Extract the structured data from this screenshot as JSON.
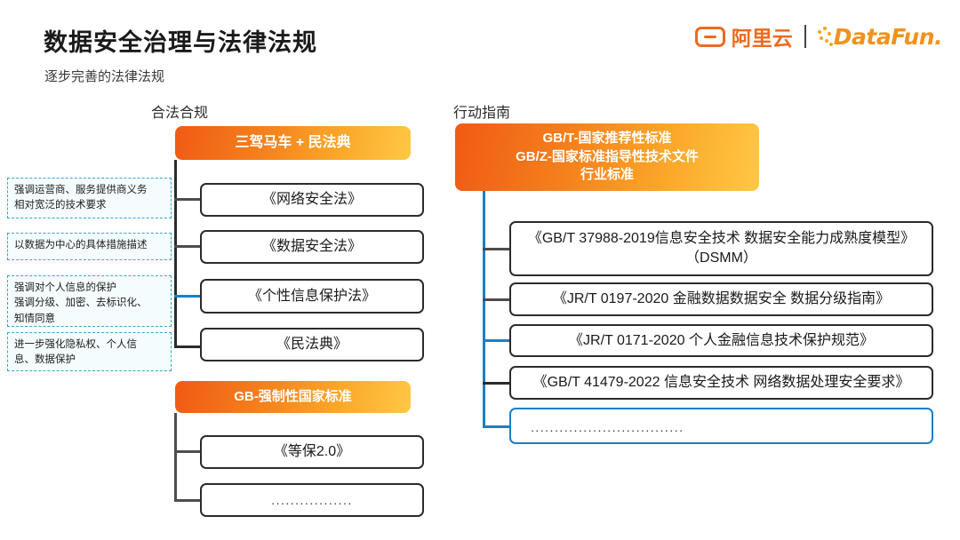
{
  "header": {
    "title": "数据安全治理与法律法规",
    "subtitle": "逐步完善的法律法规"
  },
  "brand": {
    "alibaba_cloud": "阿里云",
    "alibaba_mark": "alibaba-cloud-mark",
    "datafun": "DataFun.",
    "separator": "|",
    "colors": {
      "orange": "#EC6A1E",
      "amber": "#F0921E"
    }
  },
  "columns": {
    "left_caption": "合法合规",
    "right_caption": "行动指南"
  },
  "left": {
    "banner_laws": "三驾马车 + 民法典",
    "banner_gb": "GB-强制性国家标准",
    "nodes": [
      {
        "label": "《网络安全法》"
      },
      {
        "label": "《数据安全法》"
      },
      {
        "label": "《个性信息保护法》"
      },
      {
        "label": "《民法典》"
      }
    ],
    "gb_nodes": [
      {
        "label": "《等保2.0》"
      },
      {
        "label": "................."
      }
    ],
    "annotations": [
      {
        "text": "强调运营商、服务提供商义务\n相对宽泛的技术要求"
      },
      {
        "text": "以数据为中心的具体措施描述"
      },
      {
        "text": "强调对个人信息的保护\n强调分级、加密、去标识化、\n知情同意"
      },
      {
        "text": "进一步强化隐私权、个人信\n息、数据保护"
      }
    ]
  },
  "right": {
    "banner_line1": "GB/T-国家推荐性标准",
    "banner_line2": "GB/Z-国家标准指导性技术文件",
    "banner_line3": "行业标准",
    "nodes": [
      {
        "label_line1": "《GB/T 37988-2019信息安全技术 数据安全能力成熟度模型》",
        "label_line2": "（DSMM）"
      },
      {
        "label_line1": "《JR/T 0197-2020 金融数据数据安全 数据分级指南》"
      },
      {
        "label_line1": "《JR/T 0171-2020 个人金融信息技术保护规范》"
      },
      {
        "label_line1": "《GB/T 41479-2022 信息安全技术  网络数据处理安全要求》"
      },
      {
        "label_line1": "................................"
      }
    ]
  },
  "theme": {
    "banner_gradient_start": "#F05A14",
    "banner_gradient_end": "#FFC844",
    "node_border": "#2b2b2b",
    "accent_blue": "#1B7FC4",
    "annotation_border": "#35A6CF",
    "annotation_fill": "#F4FCFE"
  }
}
